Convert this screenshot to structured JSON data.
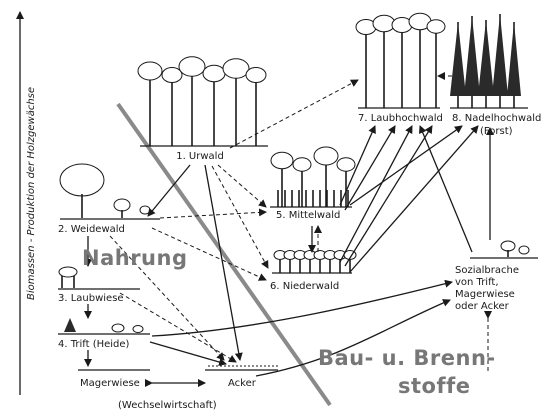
{
  "axis": {
    "label": "Biomassen - Produktion der Holzgewächse"
  },
  "nodes": {
    "urwald": "1. Urwald",
    "weidewald": "2. Weidewald",
    "laubwiese": "3. Laubwiese",
    "trift": "4. Trift (Heide)",
    "mittelwald": "5. Mittelwald",
    "niederwald": "6. Niederwald",
    "laubhochwald": "7. Laubhochwald",
    "nadelhochwald": "8. Nadelhochwald",
    "forst": "(Forst)",
    "magerwiese": "Magerwiese",
    "acker": "Acker",
    "wechselwirtschaft": "(Wechselwirtschaft)",
    "sozialbrache": [
      "Sozialbrache",
      "von Trift,",
      "Magerwiese",
      "oder Acker"
    ]
  },
  "overlays": {
    "nahrung": "Nahrung",
    "bau_line1": "Bau- u. Brenn-",
    "bau_line2": "stoffe"
  },
  "colors": {
    "ink": "#1a1a1a",
    "overlay_text": "#777777",
    "diagonal_bar": "#8a8a8a"
  }
}
